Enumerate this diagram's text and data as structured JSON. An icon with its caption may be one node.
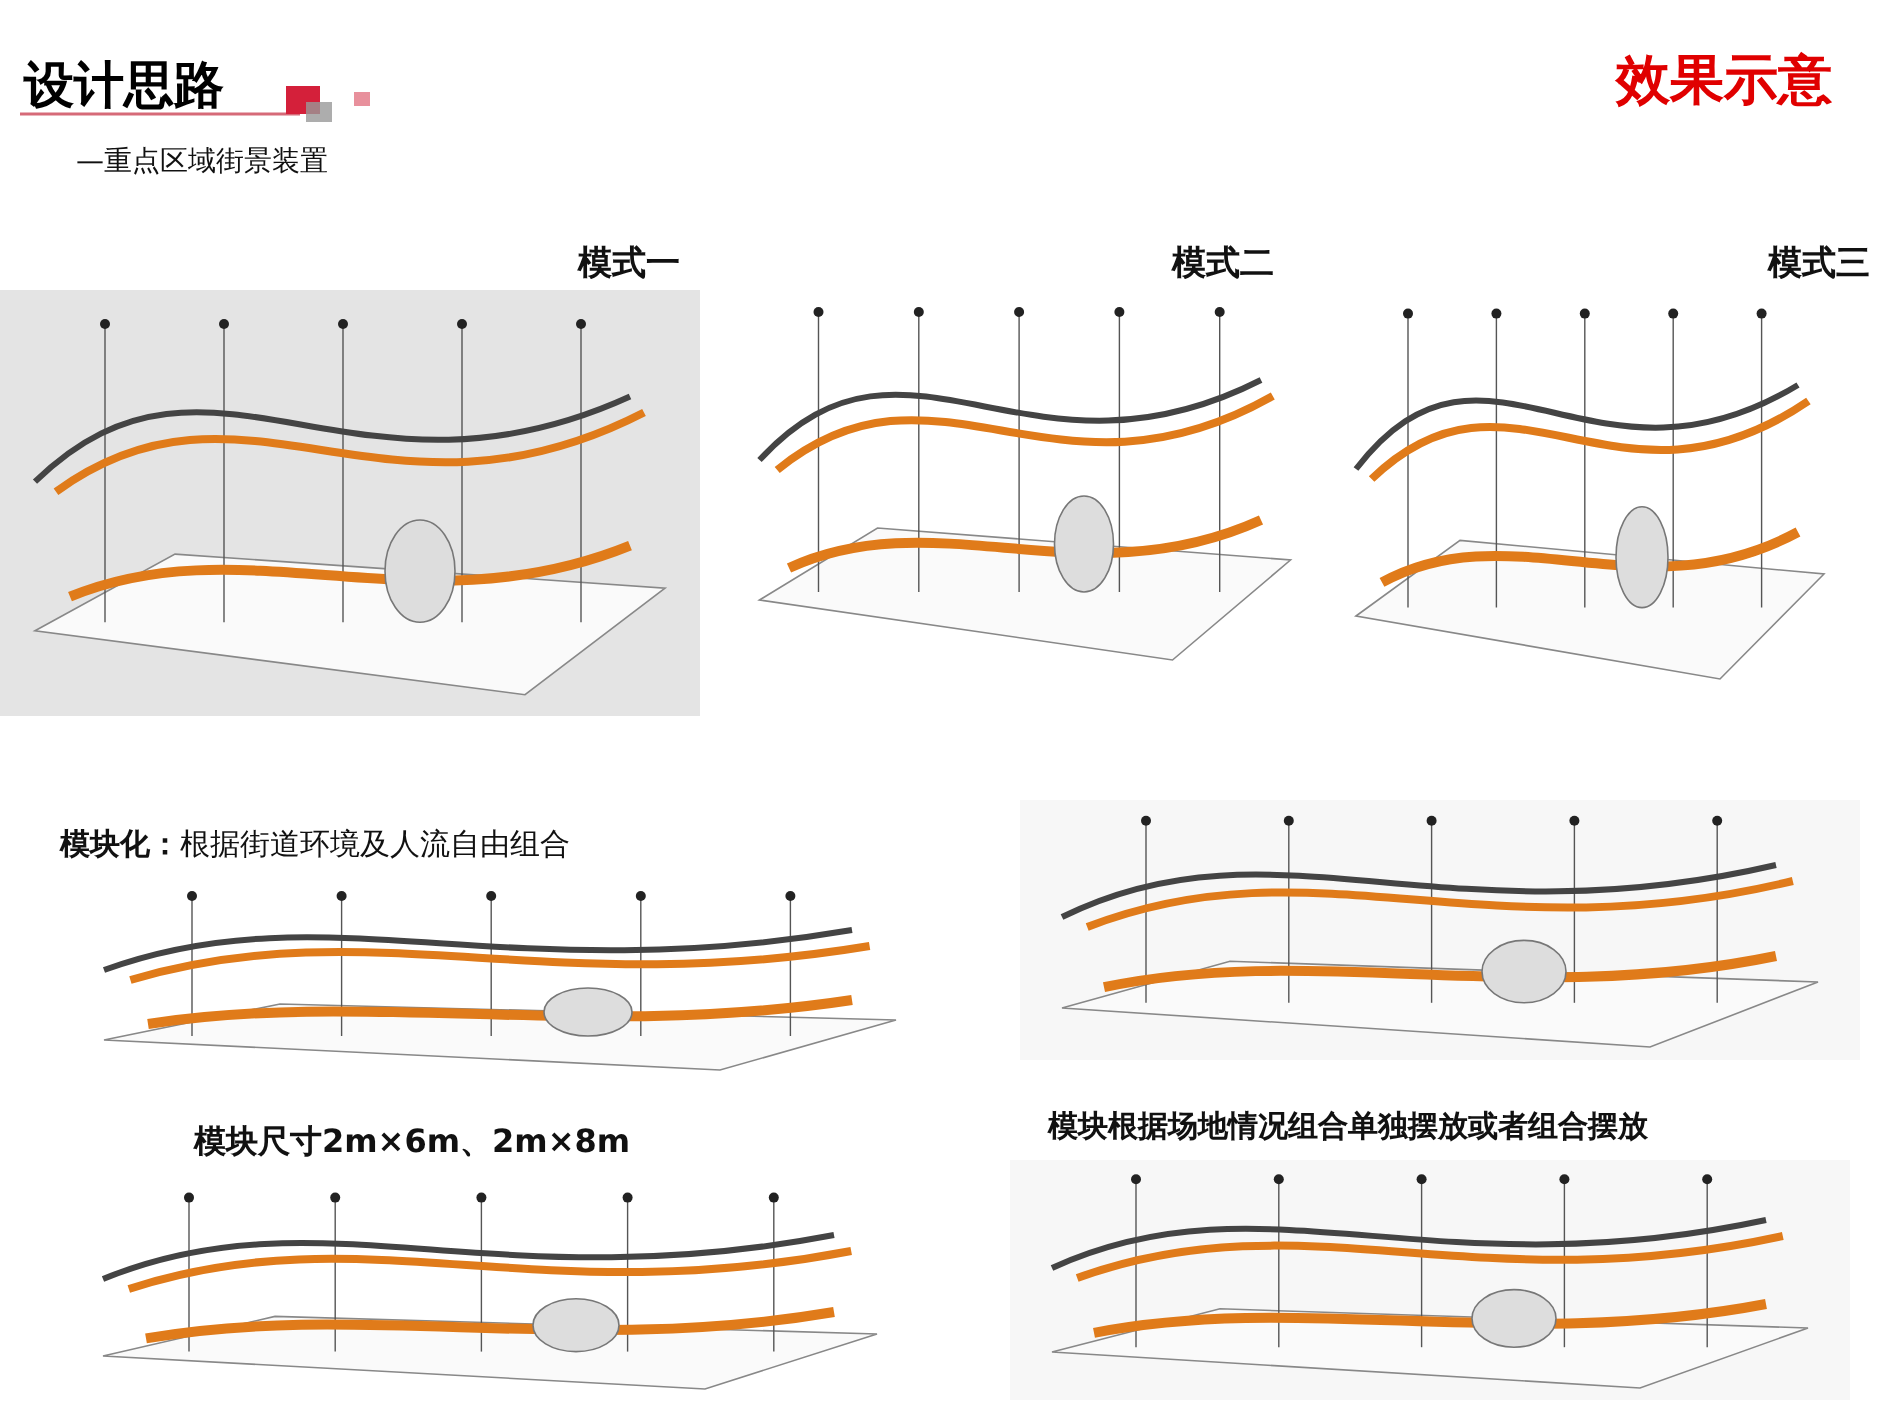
{
  "diagram": {
    "title": "设计思路",
    "labels": [
      "—重点区域街景装置",
      "效果示意",
      "模式一",
      "模式二",
      "模式三",
      "**模块化：**根据街道环境及人流自由组合",
      "模块尺寸2m×6m、2m×8m",
      "模块根据场地情况组合单独摆放或者组合摆放"
    ]
  }
}
